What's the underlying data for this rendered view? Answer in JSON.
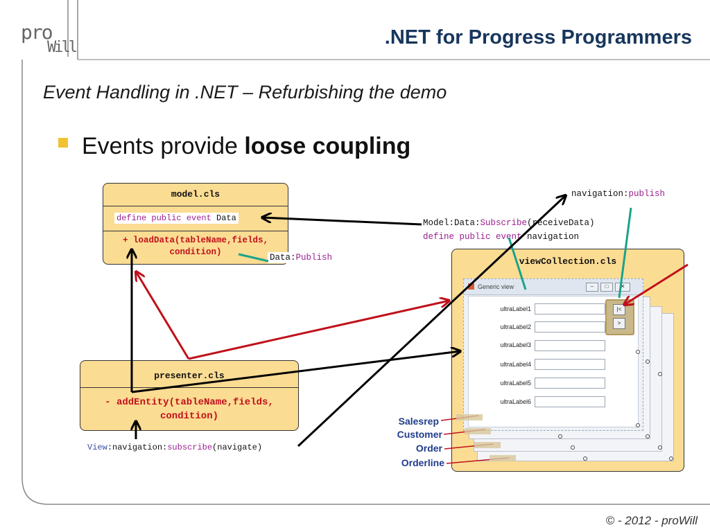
{
  "header": {
    "logo_top": "pro",
    "logo_bottom": "Will",
    "title": ".NET for Progress Programmers"
  },
  "subtitle": "Event Handling in .NET – Refurbishing the demo",
  "bullet": {
    "text_plain": "Events provide ",
    "text_bold": "loose coupling"
  },
  "model": {
    "title": "model.cls",
    "event_kw": "define public event",
    "event_name": "Data",
    "method_line1": "+ loadData(tableName,fields,",
    "method_line2": "condition)"
  },
  "data_publish": {
    "prefix": "Data:",
    "method": "Publish"
  },
  "model_subscribe": {
    "line1_prefix": "Model:Data:",
    "line1_method": "Subscribe",
    "line1_arg": "(receiveData)",
    "line2_kw": "define public event",
    "line2_name": " navigation"
  },
  "nav_publish": {
    "prefix": "navigation:",
    "method": "publish"
  },
  "viewcollection": {
    "title": "viewCollection.cls"
  },
  "generic_view": {
    "title": "Generic view",
    "labels": [
      "ultraLabel1",
      "ultraLabel2",
      "ultraLabel3",
      "ultraLabel4",
      "ultraLabel5",
      "ultraLabel6"
    ],
    "btn_first": "|<",
    "btn_next": ">"
  },
  "tabs": [
    "Salesrep",
    "Customer",
    "Order",
    "Orderline"
  ],
  "presenter": {
    "title": "presenter.cls",
    "method_line1": "- addEntity(tableName,fields,",
    "method_line2": "condition)"
  },
  "view_subscribe": {
    "p1": "View",
    "p2": ":navigation:",
    "p3": "subscribe",
    "p4": "(navigate)"
  },
  "footer": "© - 2012 - proWill",
  "colors": {
    "title": "#17365d",
    "uml_fill": "#fbdc93",
    "red_arrow": "#c0101a",
    "teal_arrow": "#1aa389",
    "bullet": "#f1c232"
  }
}
